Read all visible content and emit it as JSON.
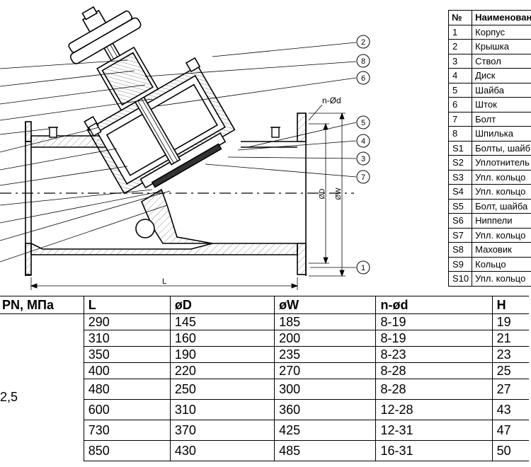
{
  "drawing": {
    "callouts": [
      "2",
      "8",
      "6",
      "5",
      "4",
      "3",
      "7",
      "1"
    ],
    "dimension_labels": {
      "flange_holes": "n-Ød",
      "length": "L",
      "outer_diameter": "ØD",
      "bolt_circle": "ØW"
    }
  },
  "parts_table": {
    "header_num": "№",
    "header_name": "Наименование",
    "rows": [
      {
        "num": "1",
        "name": "Корпус"
      },
      {
        "num": "2",
        "name": "Крышка"
      },
      {
        "num": "3",
        "name": "Ствол"
      },
      {
        "num": "4",
        "name": "Диск"
      },
      {
        "num": "5",
        "name": "Шайба"
      },
      {
        "num": "6",
        "name": "Шток"
      },
      {
        "num": "7",
        "name": "Болт"
      },
      {
        "num": "8",
        "name": "Шпилька"
      },
      {
        "num": "S1",
        "name": "Болты, шайбы"
      },
      {
        "num": "S2",
        "name": "Уплотнитель"
      },
      {
        "num": "S3",
        "name": "Упл. кольцо"
      },
      {
        "num": "S4",
        "name": "Упл. кольцо"
      },
      {
        "num": "S5",
        "name": "Болт, шайба"
      },
      {
        "num": "S6",
        "name": "Ниппели"
      },
      {
        "num": "S7",
        "name": "Упл. кольцо"
      },
      {
        "num": "S8",
        "name": "Маховик"
      },
      {
        "num": "S9",
        "name": "Кольцо"
      },
      {
        "num": "S10",
        "name": "Упл. кольцо"
      }
    ]
  },
  "dims_table": {
    "headers": [
      "PN, МПа",
      "L",
      "øD",
      "øW",
      "n-ød",
      "H"
    ],
    "pn_value": "2,5",
    "rows": [
      [
        "290",
        "145",
        "185",
        "8-19",
        "19"
      ],
      [
        "310",
        "160",
        "200",
        "8-19",
        "21"
      ],
      [
        "350",
        "190",
        "235",
        "8-23",
        "23"
      ],
      [
        "400",
        "220",
        "270",
        "8-28",
        "25"
      ],
      [
        "480",
        "250",
        "300",
        "8-28",
        "27"
      ],
      [
        "600",
        "310",
        "360",
        "12-28",
        "43"
      ],
      [
        "730",
        "370",
        "425",
        "12-31",
        "47"
      ],
      [
        "850",
        "430",
        "485",
        "16-31",
        "50"
      ]
    ]
  }
}
